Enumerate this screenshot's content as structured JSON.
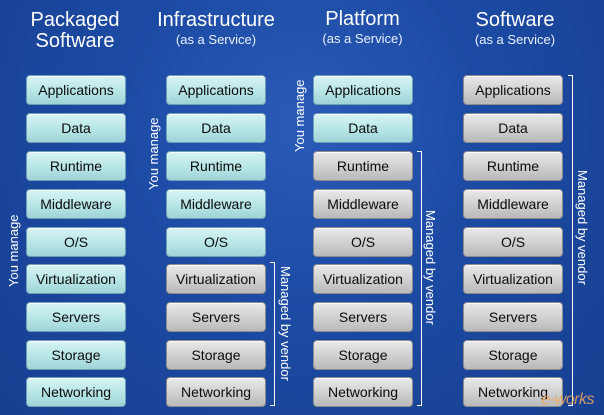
{
  "columns": [
    {
      "title_1": "Packaged",
      "title_2": "Software",
      "subtitle": ""
    },
    {
      "title_1": "Infrastructure",
      "title_2": "",
      "subtitle": "(as a Service)"
    },
    {
      "title_1": "Platform",
      "title_2": "",
      "subtitle": "(as a Service)"
    },
    {
      "title_1": "Software",
      "title_2": "",
      "subtitle": "(as a Service)"
    }
  ],
  "layers": [
    "Applications",
    "Data",
    "Runtime",
    "Middleware",
    "O/S",
    "Virtualization",
    "Servers",
    "Storage",
    "Networking"
  ],
  "labels": {
    "you_manage": "You manage",
    "managed_by_vendor": "Managed by vendor"
  },
  "watermark": "e-works",
  "colors": {
    "background": "#1c4aa3",
    "you_manage_layer": "#bfe8e8",
    "vendor_layer": "#cfcfcf"
  }
}
